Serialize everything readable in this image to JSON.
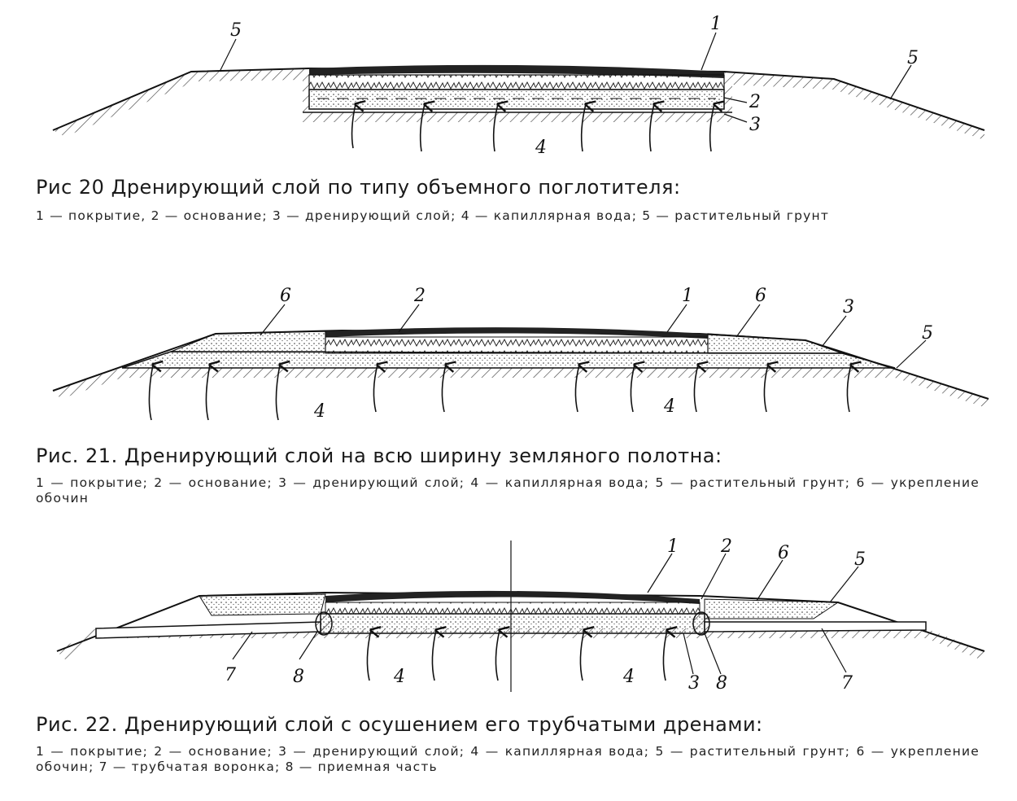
{
  "figures": [
    {
      "caption": "Рис 20 Дренирующий слой по типу объемного поглотителя:",
      "legend": "1 — покрытие, 2 — основание; 3 — дренирующий слой; 4 — капиллярная вода; 5 — растительный грунт",
      "labels": [
        "5",
        "1",
        "5",
        "2",
        "3",
        "4"
      ]
    },
    {
      "caption": "Рис. 21. Дренирующий слой на всю ширину земляного полотна:",
      "legend": "1 — покрытие; 2 — основание; 3 — дренирующий слой; 4 — капиллярная вода; 5 — растительный грунт; 6 — укрепление обочин",
      "labels": [
        "6",
        "2",
        "1",
        "6",
        "3",
        "5",
        "4",
        "4"
      ]
    },
    {
      "caption": "Рис. 22. Дренирующий слой с осушением его трубчатыми дренами:",
      "legend": "1 — покрытие; 2 — основание; 3 — дренирующий слой; 4 — капиллярная вода; 5 — растительный грунт; 6 — укрепление обочин; 7 — трубчатая воронка; 8 — приемная часть",
      "labels": [
        "1",
        "2",
        "6",
        "5",
        "7",
        "8",
        "4",
        "4",
        "3",
        "8",
        "7"
      ]
    }
  ]
}
